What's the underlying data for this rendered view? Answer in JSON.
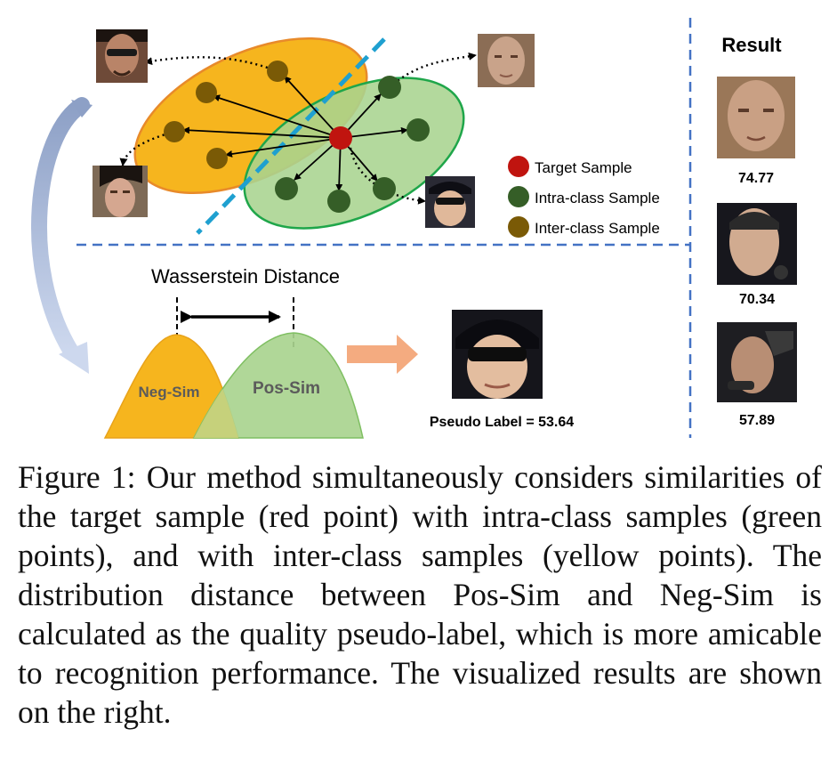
{
  "figure": {
    "legend": {
      "target": "Target Sample",
      "intra": "Intra-class Sample",
      "inter": "Inter-class Sample"
    },
    "wasserstein_label": "Wasserstein Distance",
    "neg_sim_label": "Neg-Sim",
    "pos_sim_label": "Pos-Sim",
    "pseudo_label": "Pseudo Label = 53.64",
    "result_title": "Result",
    "result_scores": [
      "74.77",
      "70.34",
      "57.89"
    ],
    "colors": {
      "target": "#c0140f",
      "intra": "#355e27",
      "inter": "#7a5a06",
      "yellow_region": "#f6b51e",
      "green_region": "#a9d48f",
      "divider": "#4472c4",
      "boundary": "#1fa0d0",
      "arrow_orange": "#f4ab80"
    }
  },
  "caption": {
    "text": "Figure 1: Our method simultaneously considers similarities of the target sample (red point) with intra-class samples (green points), and with inter-class samples (yellow points). The distribution distance between Pos-Sim and Neg-Sim is calculated as the quality pseudo-label, which is more amicable to recognition performance. The visualized results are shown on the right."
  }
}
